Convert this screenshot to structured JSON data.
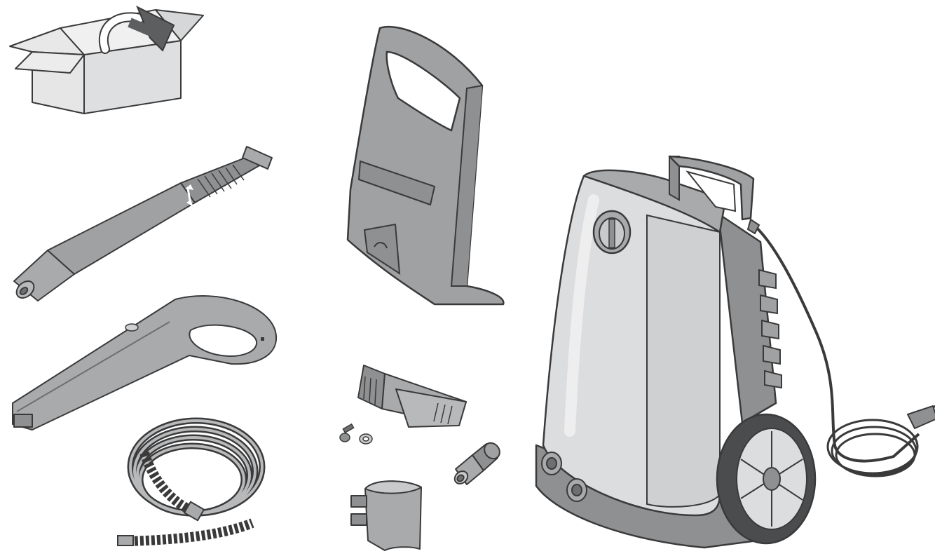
{
  "figure": {
    "background": "#ffffff",
    "palette": {
      "outline": "#3a3a3a",
      "body_dark": "#8f9092",
      "body_mid": "#a9aaac",
      "body_light": "#c9cacc",
      "shell": "#dcdddf",
      "shell_highlight": "#eeeeef",
      "tyre": "#4b4c4e"
    }
  },
  "parts": [
    {
      "id": "packaging",
      "icon": "open-box-with-arrow-icon"
    },
    {
      "id": "spray-lance",
      "icon": "spray-lance-icon"
    },
    {
      "id": "trigger-gun",
      "icon": "trigger-gun-icon"
    },
    {
      "id": "high-pressure-hose",
      "icon": "coiled-hose-icon"
    },
    {
      "id": "handle",
      "icon": "handle-icon"
    },
    {
      "id": "accessory-holder",
      "icon": "holder-icon"
    },
    {
      "id": "screw-and-washer",
      "icon": "screw-icon"
    },
    {
      "id": "hose-holder",
      "icon": "clip-icon"
    },
    {
      "id": "garden-hose-coupling",
      "icon": "coupling-icon"
    },
    {
      "id": "pressure-washer",
      "icon": "pressure-washer-icon"
    }
  ]
}
